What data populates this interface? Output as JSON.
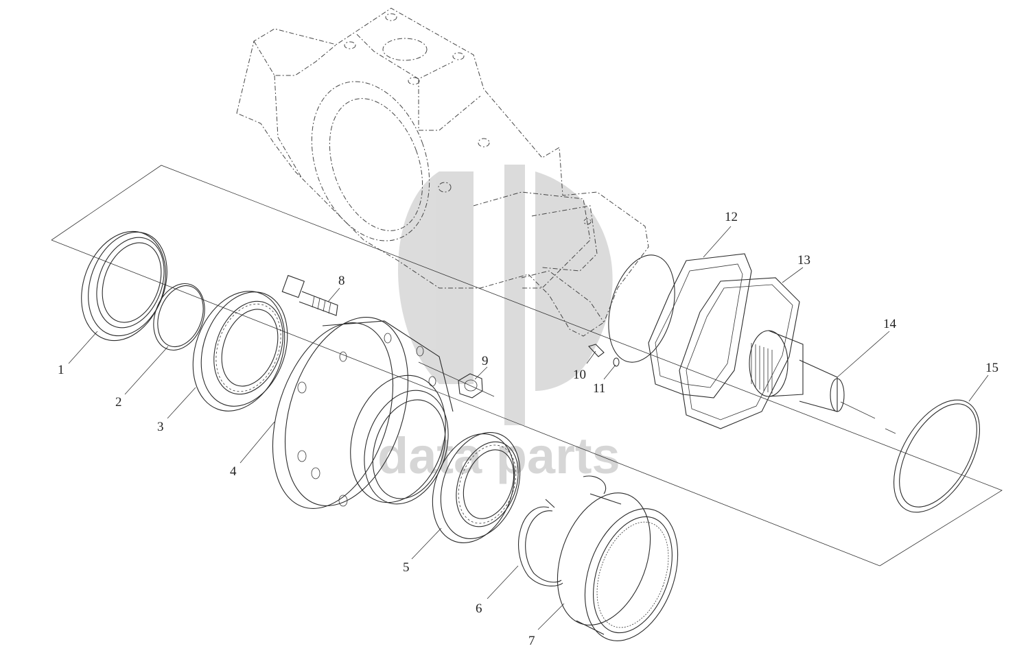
{
  "diagram": {
    "watermark_brand": "data parts",
    "callouts": [
      "1",
      "2",
      "3",
      "4",
      "5",
      "6",
      "7",
      "8",
      "9",
      "10",
      "11",
      "12",
      "13",
      "14",
      "15"
    ]
  }
}
